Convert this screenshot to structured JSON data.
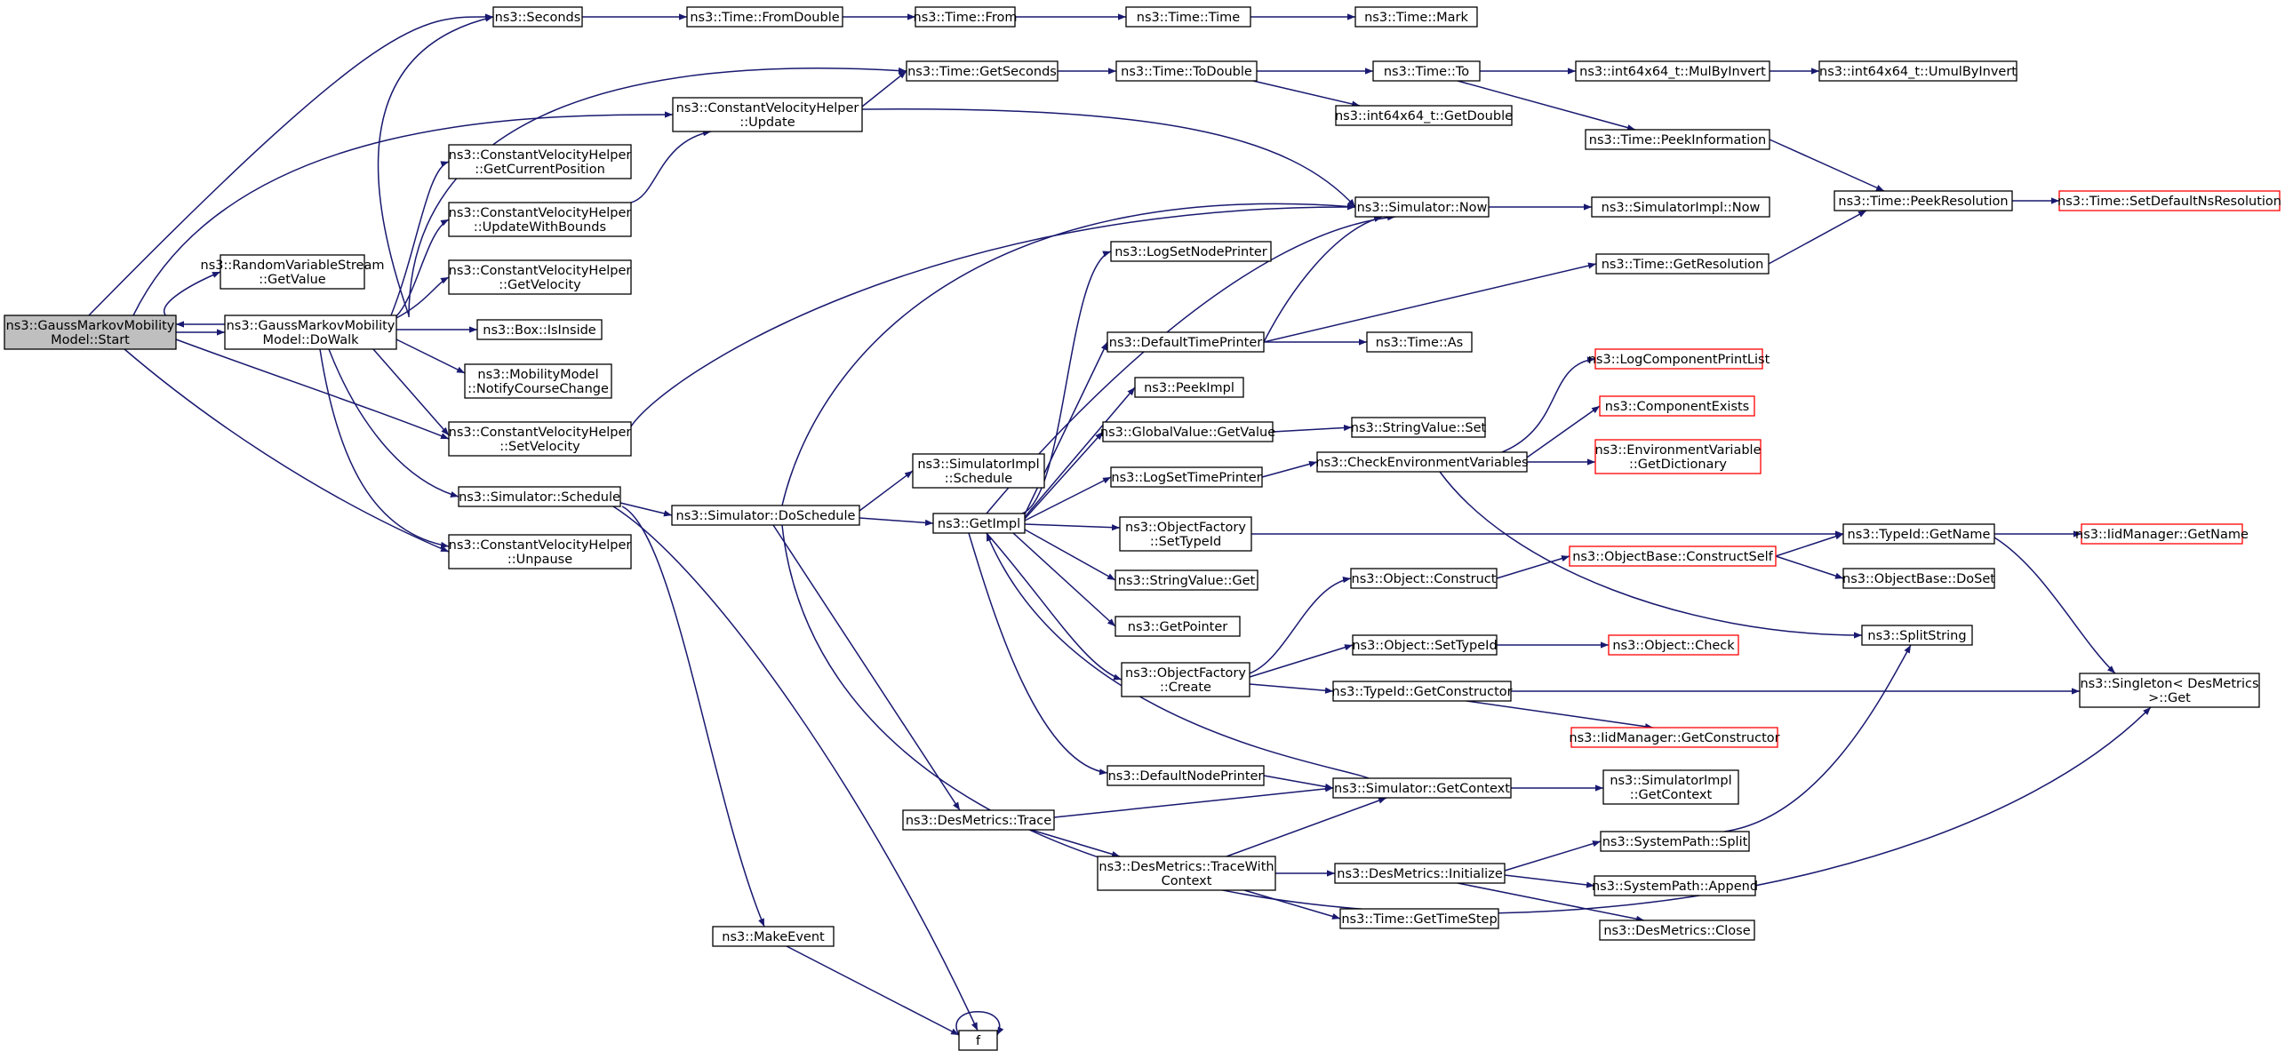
{
  "graph": {
    "edge_color": "#191970",
    "root_fill": "#bfbfbf",
    "truncated_border": "#ff0000",
    "nodes": [
      {
        "id": "start",
        "lines": [
          "ns3::GaussMarkovMobility",
          "Model::Start"
        ],
        "style": "root"
      },
      {
        "id": "dowalk",
        "lines": [
          "ns3::GaussMarkovMobility",
          "Model::DoWalk"
        ]
      },
      {
        "id": "rvs",
        "lines": [
          "ns3::RandomVariableStream",
          "::GetValue"
        ]
      },
      {
        "id": "seconds",
        "lines": [
          "ns3::Seconds"
        ]
      },
      {
        "id": "cvh_gcp",
        "lines": [
          "ns3::ConstantVelocityHelper",
          "::GetCurrentPosition"
        ]
      },
      {
        "id": "cvh_uwb",
        "lines": [
          "ns3::ConstantVelocityHelper",
          "::UpdateWithBounds"
        ]
      },
      {
        "id": "cvh_gv",
        "lines": [
          "ns3::ConstantVelocityHelper",
          "::GetVelocity"
        ]
      },
      {
        "id": "box",
        "lines": [
          "ns3::Box::IsInside"
        ]
      },
      {
        "id": "mm",
        "lines": [
          "ns3::MobilityModel",
          "::NotifyCourseChange"
        ]
      },
      {
        "id": "cvh_sv",
        "lines": [
          "ns3::ConstantVelocityHelper",
          "::SetVelocity"
        ]
      },
      {
        "id": "sim_sched",
        "lines": [
          "ns3::Simulator::Schedule"
        ]
      },
      {
        "id": "cvh_unp",
        "lines": [
          "ns3::ConstantVelocityHelper",
          "::Unpause"
        ]
      },
      {
        "id": "cvh_upd",
        "lines": [
          "ns3::ConstantVelocityHelper",
          "::Update"
        ]
      },
      {
        "id": "fromdouble",
        "lines": [
          "ns3::Time::FromDouble"
        ]
      },
      {
        "id": "from",
        "lines": [
          "ns3::Time::From"
        ]
      },
      {
        "id": "time",
        "lines": [
          "ns3::Time::Time"
        ]
      },
      {
        "id": "mark",
        "lines": [
          "ns3::Time::Mark"
        ]
      },
      {
        "id": "getsec",
        "lines": [
          "ns3::Time::GetSeconds"
        ]
      },
      {
        "id": "todouble",
        "lines": [
          "ns3::Time::ToDouble"
        ]
      },
      {
        "id": "to",
        "lines": [
          "ns3::Time::To"
        ]
      },
      {
        "id": "mulbyinv",
        "lines": [
          "ns3::int64x64_t::MulByInvert"
        ]
      },
      {
        "id": "umulbyinv",
        "lines": [
          "ns3::int64x64_t::UmulByInvert"
        ]
      },
      {
        "id": "getdouble",
        "lines": [
          "ns3::int64x64_t::GetDouble"
        ]
      },
      {
        "id": "peekinfo",
        "lines": [
          "ns3::Time::PeekInformation"
        ]
      },
      {
        "id": "peekres",
        "lines": [
          "ns3::Time::PeekResolution"
        ]
      },
      {
        "id": "setdefres",
        "lines": [
          "ns3::Time::SetDefaultNsResolution"
        ],
        "style": "trunc"
      },
      {
        "id": "simnow",
        "lines": [
          "ns3::Simulator::Now"
        ]
      },
      {
        "id": "simimplnow",
        "lines": [
          "ns3::SimulatorImpl::Now"
        ]
      },
      {
        "id": "getres",
        "lines": [
          "ns3::Time::GetResolution"
        ]
      },
      {
        "id": "logsetnode",
        "lines": [
          "ns3::LogSetNodePrinter"
        ]
      },
      {
        "id": "deftime",
        "lines": [
          "ns3::DefaultTimePrinter"
        ]
      },
      {
        "id": "timeas",
        "lines": [
          "ns3::Time::As"
        ]
      },
      {
        "id": "peekimpl",
        "lines": [
          "ns3::PeekImpl"
        ]
      },
      {
        "id": "gvgetvalue",
        "lines": [
          "ns3::GlobalValue::GetValue"
        ]
      },
      {
        "id": "svset",
        "lines": [
          "ns3::StringValue::Set"
        ]
      },
      {
        "id": "logsettime",
        "lines": [
          "ns3::LogSetTimePrinter"
        ]
      },
      {
        "id": "checkenv",
        "lines": [
          "ns3::CheckEnvironmentVariables"
        ]
      },
      {
        "id": "logcomp",
        "lines": [
          "ns3::LogComponentPrintList"
        ],
        "style": "trunc"
      },
      {
        "id": "compexists",
        "lines": [
          "ns3::ComponentExists"
        ],
        "style": "trunc"
      },
      {
        "id": "envvar",
        "lines": [
          "ns3::EnvironmentVariable",
          "::GetDictionary"
        ],
        "style": "trunc"
      },
      {
        "id": "simimplsched",
        "lines": [
          "ns3::SimulatorImpl",
          "::Schedule"
        ]
      },
      {
        "id": "dosched",
        "lines": [
          "ns3::Simulator::DoSchedule"
        ]
      },
      {
        "id": "getimpl",
        "lines": [
          "ns3::GetImpl"
        ]
      },
      {
        "id": "ofsettid",
        "lines": [
          "ns3::ObjectFactory",
          "::SetTypeId"
        ]
      },
      {
        "id": "tidgetname",
        "lines": [
          "ns3::TypeId::GetName"
        ]
      },
      {
        "id": "iidgetname",
        "lines": [
          "ns3::IidManager::GetName"
        ],
        "style": "trunc"
      },
      {
        "id": "svget",
        "lines": [
          "ns3::StringValue::Get"
        ]
      },
      {
        "id": "objconstruct",
        "lines": [
          "ns3::Object::Construct"
        ]
      },
      {
        "id": "obconstructself",
        "lines": [
          "ns3::ObjectBase::ConstructSelf"
        ],
        "style": "trunc"
      },
      {
        "id": "obdoset",
        "lines": [
          "ns3::ObjectBase::DoSet"
        ]
      },
      {
        "id": "getpointer",
        "lines": [
          "ns3::GetPointer"
        ]
      },
      {
        "id": "splitstring",
        "lines": [
          "ns3::SplitString"
        ]
      },
      {
        "id": "ofcreate",
        "lines": [
          "ns3::ObjectFactory",
          "::Create"
        ]
      },
      {
        "id": "objsettid",
        "lines": [
          "ns3::Object::SetTypeId"
        ]
      },
      {
        "id": "objcheck",
        "lines": [
          "ns3::Object::Check"
        ],
        "style": "trunc"
      },
      {
        "id": "tidgetctor",
        "lines": [
          "ns3::TypeId::GetConstructor"
        ]
      },
      {
        "id": "singleton",
        "lines": [
          "ns3::Singleton< DesMetrics",
          ">::Get"
        ]
      },
      {
        "id": "iidgetctor",
        "lines": [
          "ns3::IidManager::GetConstructor"
        ],
        "style": "trunc"
      },
      {
        "id": "defnode",
        "lines": [
          "ns3::DefaultNodePrinter"
        ]
      },
      {
        "id": "simgetctx",
        "lines": [
          "ns3::Simulator::GetContext"
        ]
      },
      {
        "id": "simimplgetctx",
        "lines": [
          "ns3::SimulatorImpl",
          "::GetContext"
        ]
      },
      {
        "id": "dmtrace",
        "lines": [
          "ns3::DesMetrics::Trace"
        ]
      },
      {
        "id": "dmtracectx",
        "lines": [
          "ns3::DesMetrics::TraceWith",
          "Context"
        ]
      },
      {
        "id": "dminit",
        "lines": [
          "ns3::DesMetrics::Initialize"
        ]
      },
      {
        "id": "spsplit",
        "lines": [
          "ns3::SystemPath::Split"
        ]
      },
      {
        "id": "spappend",
        "lines": [
          "ns3::SystemPath::Append"
        ]
      },
      {
        "id": "dmclose",
        "lines": [
          "ns3::DesMetrics::Close"
        ]
      },
      {
        "id": "gettimestep",
        "lines": [
          "ns3::Time::GetTimeStep"
        ]
      },
      {
        "id": "makeevent",
        "lines": [
          "ns3::MakeEvent"
        ]
      },
      {
        "id": "f",
        "lines": [
          "f"
        ]
      }
    ]
  }
}
